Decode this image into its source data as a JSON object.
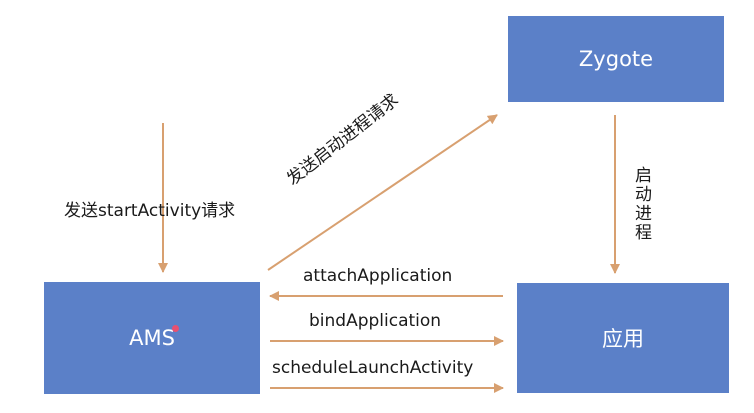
{
  "nodes": {
    "zygote": "Zygote",
    "ams": "AMS",
    "app": "应用"
  },
  "edges": {
    "send_start_activity": "发送startActivity请求",
    "send_start_process": "发送启动进程请求",
    "start_process": "启动进程",
    "attach_application": "attachApplication",
    "bind_application": "bindApplication",
    "schedule_launch_activity": "scheduleLaunchActivity"
  },
  "colors": {
    "box_fill": "#5b80c8",
    "box_text": "#ffffff",
    "arrow": "#d8a070",
    "text": "#1a1a1a"
  }
}
